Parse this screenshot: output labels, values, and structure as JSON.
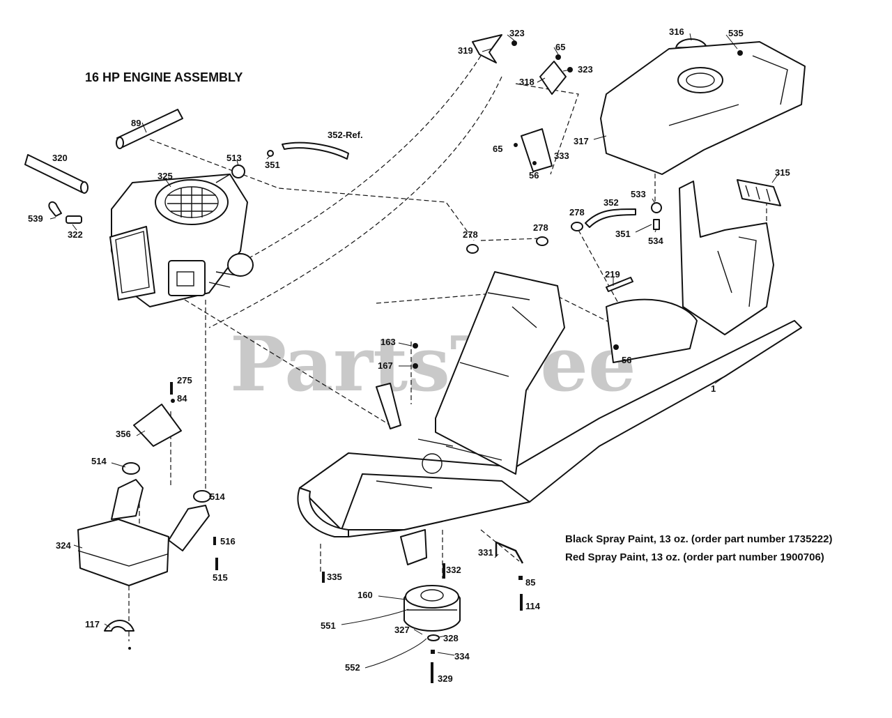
{
  "title": "16 HP ENGINE ASSEMBLY",
  "watermark": "PartsTree",
  "notes": [
    "Black Spray Paint, 13 oz. (order part number 1735222)",
    "Red Spray Paint, 13 oz. (order part number 1900706)"
  ],
  "callouts": {
    "c323a": "323",
    "c319": "319",
    "c65a": "65",
    "c323b": "323",
    "c318": "318",
    "c316": "316",
    "c535": "535",
    "c89": "89",
    "c352ref": "352-Ref.",
    "c65b": "65",
    "c333": "333",
    "c56a": "56",
    "c317": "317",
    "c320": "320",
    "c513": "513",
    "c351a": "351",
    "c325": "325",
    "c315": "315",
    "c533": "533",
    "c352": "352",
    "c278a": "278",
    "c278b": "278",
    "c278c": "278",
    "c351b": "351",
    "c534": "534",
    "c539": "539",
    "c322": "322",
    "c219": "219",
    "c163": "163",
    "c56b": "56",
    "c167": "167",
    "c1": "1",
    "c275": "275",
    "c84": "84",
    "c356": "356",
    "c514a": "514",
    "c514b": "514",
    "c516": "516",
    "c324": "324",
    "c515": "515",
    "c331": "331",
    "c85": "85",
    "c335": "335",
    "c332": "332",
    "c160": "160",
    "c114": "114",
    "c551": "551",
    "c327": "327",
    "c328": "328",
    "c117": "117",
    "c334": "334",
    "c552": "552",
    "c329": "329"
  }
}
